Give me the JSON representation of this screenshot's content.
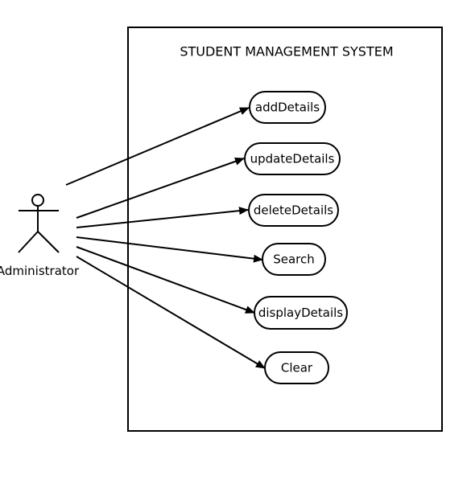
{
  "system": {
    "title": "STUDENT MANAGEMENT SYSTEM"
  },
  "actor": {
    "name": "Administrator"
  },
  "use_cases": [
    {
      "label": "addDetails"
    },
    {
      "label": "updateDetails"
    },
    {
      "label": "deleteDetails"
    },
    {
      "label": "Search"
    },
    {
      "label": "displayDetails"
    },
    {
      "label": "Clear"
    }
  ],
  "colors": {
    "stroke": "#000000",
    "background": "#ffffff"
  }
}
